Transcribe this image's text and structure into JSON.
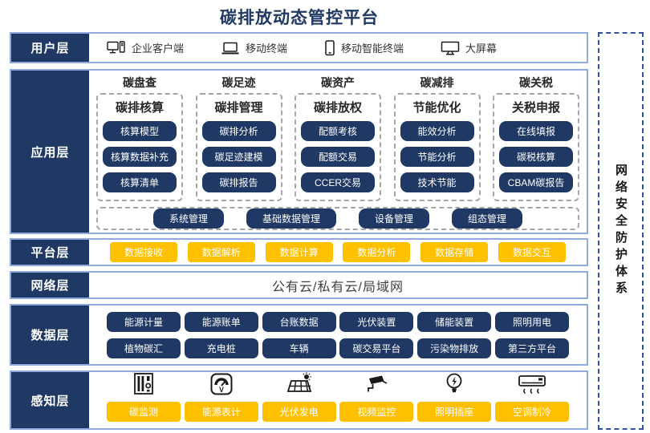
{
  "title": "碳排放动态管控平台",
  "security_sidebar": {
    "label": "网络安全防护体系"
  },
  "colors": {
    "navy": "#1F3864",
    "yellow": "#FFC000",
    "layer_border_blue": "#8FAADC",
    "dashed_gray": "#A6A6A6",
    "sidebar_dashed_blue": "#2F5597"
  },
  "layers": {
    "user": {
      "label": "用户层",
      "items": [
        {
          "icon": "desktop-pc-icon",
          "label": "企业客户端"
        },
        {
          "icon": "laptop-icon",
          "label": "移动终端"
        },
        {
          "icon": "smartphone-icon",
          "label": "移动智能终端"
        },
        {
          "icon": "monitor-icon",
          "label": "大屏幕"
        }
      ]
    },
    "application": {
      "label": "应用层",
      "columns": [
        {
          "header": "碳盘查",
          "subtitle": "碳排核算",
          "buttons": [
            "核算模型",
            "核算数据补充",
            "核算清单"
          ]
        },
        {
          "header": "碳足迹",
          "subtitle": "碳排管理",
          "buttons": [
            "碳排分析",
            "碳足迹建模",
            "碳排报告"
          ]
        },
        {
          "header": "碳资产",
          "subtitle": "碳排放权",
          "buttons": [
            "配额考核",
            "配额交易",
            "CCER交易"
          ]
        },
        {
          "header": "碳减排",
          "subtitle": "节能优化",
          "buttons": [
            "能效分析",
            "节能分析",
            "技术节能"
          ]
        },
        {
          "header": "碳关税",
          "subtitle": "关税申报",
          "buttons": [
            "在线填报",
            "碳税核算",
            "CBAM碳报告"
          ]
        }
      ],
      "common_buttons": [
        "系统管理",
        "基础数据管理",
        "设备管理",
        "组态管理"
      ]
    },
    "platform": {
      "label": "平台层",
      "buttons": [
        "数据接收",
        "数据解析",
        "数据计算",
        "数据分析",
        "数据存储",
        "数据交互"
      ]
    },
    "network": {
      "label": "网络层",
      "text": "公有云/私有云/局域网"
    },
    "data": {
      "label": "数据层",
      "rows": [
        [
          "能源计量",
          "能源账单",
          "台账数据",
          "光伏装置",
          "储能装置",
          "照明用电"
        ],
        [
          "植物碳汇",
          "充电桩",
          "车辆",
          "碳交易平台",
          "污染物排放",
          "第三方平台"
        ]
      ]
    },
    "perception": {
      "label": "感知层",
      "items": [
        {
          "icon": "carbon-monitor-icon",
          "label": "碳监测"
        },
        {
          "icon": "voltmeter-icon",
          "label": "能源表计"
        },
        {
          "icon": "solar-panel-icon",
          "label": "光伏发电"
        },
        {
          "icon": "cctv-camera-icon",
          "label": "视频监控"
        },
        {
          "icon": "light-bulb-icon",
          "label": "照明插座"
        },
        {
          "icon": "air-conditioner-icon",
          "label": "空调制冷"
        }
      ]
    }
  }
}
